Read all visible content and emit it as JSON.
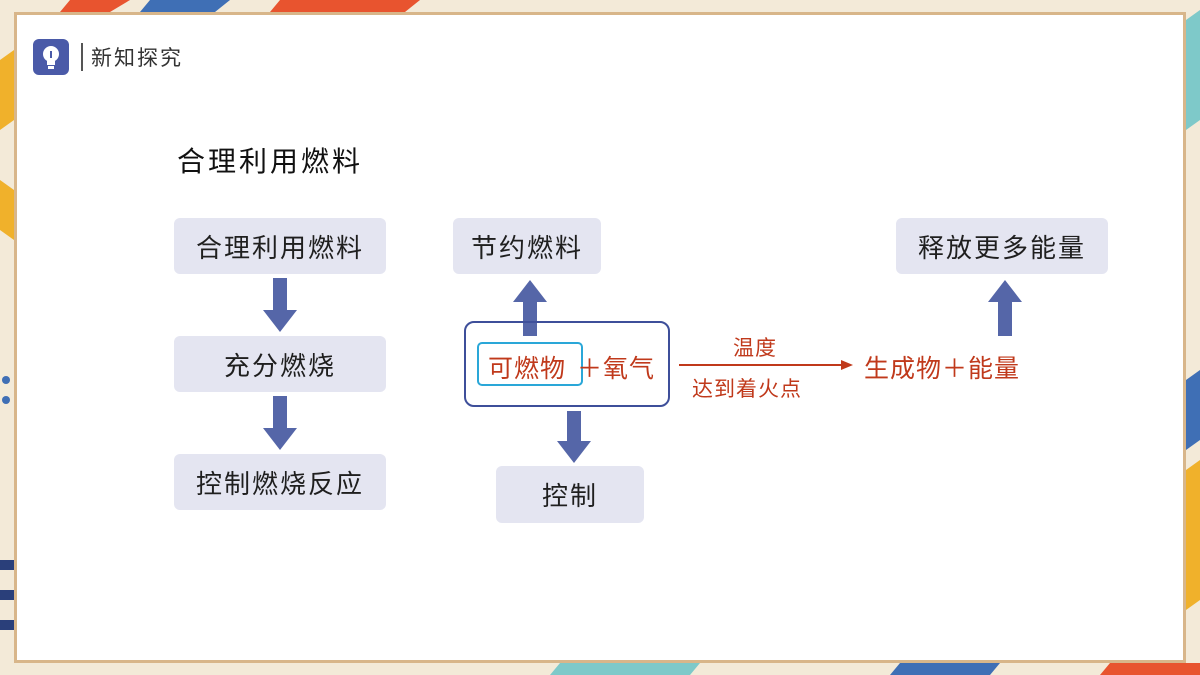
{
  "header": {
    "icon": "lightbulb-icon",
    "accent": "#4a5aa8",
    "title": "新知探究"
  },
  "main": {
    "heading": "合理利用燃料",
    "flow": {
      "step1": "合理利用燃料",
      "step2": "充分燃烧",
      "step3": "控制燃烧反应"
    },
    "diagram": {
      "save_fuel": "节约燃料",
      "combustible": "可燃物",
      "plus_oxygen": "＋氧气",
      "control": "控制",
      "condition_top": "温度",
      "condition_bottom": "达到着火点",
      "product": "生成物＋能量",
      "release_energy": "释放更多能量"
    }
  },
  "colors": {
    "box_fill": "#e4e5f1",
    "arrow": "#5566a8",
    "reaction_text": "#c0391b",
    "highlight_border": "#2aa7d8"
  }
}
